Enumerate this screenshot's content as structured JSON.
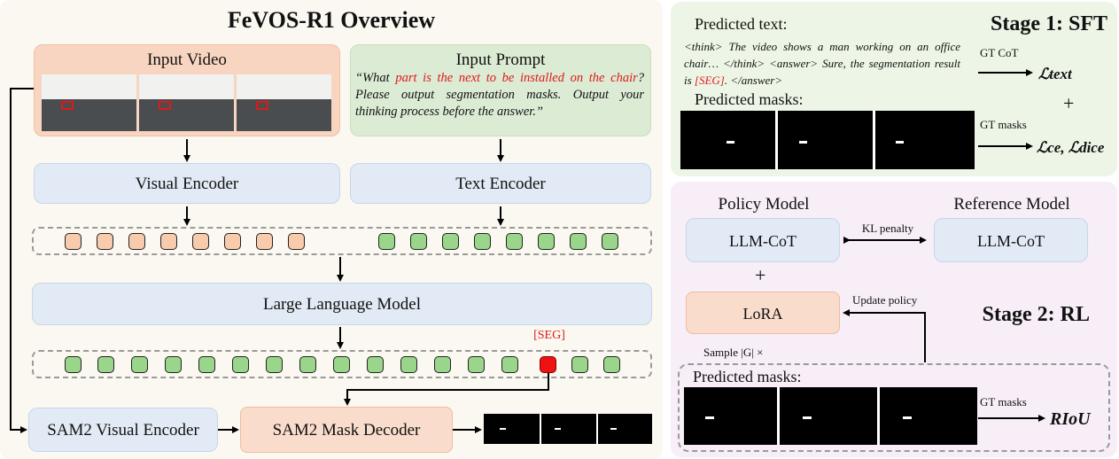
{
  "title": "FeVOS-R1 Overview",
  "input_video": {
    "label": "Input Video"
  },
  "input_prompt": {
    "label": "Input Prompt",
    "text_a": "“What ",
    "text_red": "part is the next to be installed on the chair",
    "text_b": "? Please output segmentation masks. Output your thinking process before the answer.”"
  },
  "visual_encoder": "Visual Encoder",
  "text_encoder": "Text Encoder",
  "llm": "Large Language Model",
  "seg_token": "[SEG]",
  "sam2_visual_encoder": "SAM2 Visual Encoder",
  "sam2_mask_decoder": "SAM2 Mask Decoder",
  "sft": {
    "stage_title": "Stage 1: SFT",
    "predicted_text_label": "Predicted text:",
    "pred_a": "<think> The video shows a man working on an office chair… </think> <answer> Sure, the segmentation result is ",
    "pred_seg": "[SEG]",
    "pred_b": ". </answer>",
    "predicted_masks_label": "Predicted masks:",
    "gt_cot": "GT CoT",
    "loss_text": "ℒtext",
    "plus": "+",
    "gt_masks": "GT masks",
    "loss_mask": "ℒce, ℒdice"
  },
  "rl": {
    "stage_title": "Stage 2: RL",
    "policy_model": "Policy Model",
    "reference_model": "Reference Model",
    "llm_cot_policy": "LLM-CoT",
    "llm_cot_ref": "LLM-CoT",
    "kl_penalty": "KL penalty",
    "plus": "+",
    "lora": "LoRA",
    "update_policy": "Update policy",
    "sample": "Sample |G| ×",
    "predicted_masks_label": "Predicted masks:",
    "gt_masks": "GT masks",
    "reward": "RIoU"
  },
  "colors": {
    "orange_fill": "#f8d5c0",
    "green_fill": "#dcebd4",
    "blue_fill": "#e2eaf5",
    "visual_token": "#f8cbad",
    "text_token": "#99d58a",
    "seg_token": "#ee1212"
  }
}
